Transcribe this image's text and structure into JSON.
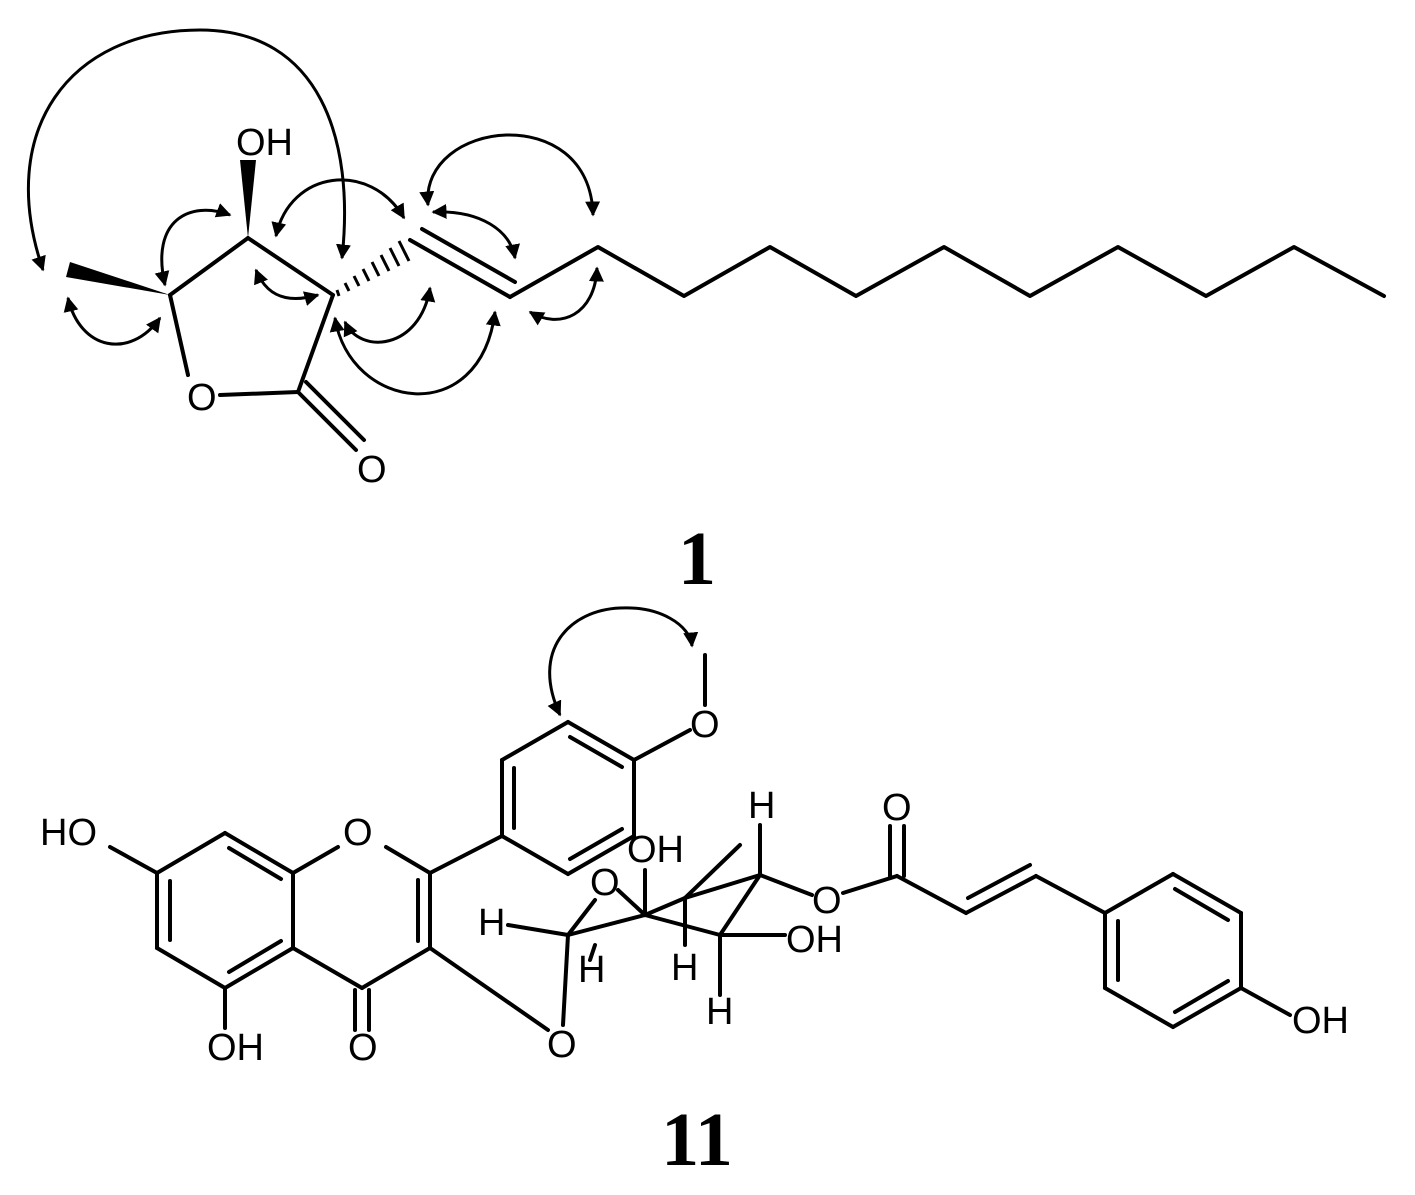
{
  "compound_1": {
    "id": "1",
    "atoms": {
      "oh": "OH",
      "ring_o": "O",
      "carbonyl_o": "O"
    }
  },
  "compound_11": {
    "id": "11",
    "atoms": {
      "oh_7": "HO",
      "oh_5": "OH",
      "ring_o": "O",
      "carbonyl_o": "O",
      "methoxy_o": "O",
      "sugar_ring_o": "O",
      "glyco_o": "O",
      "oh_sugar_top": "OH",
      "oh_sugar_right": "OH",
      "ester_o": "O",
      "ester_carbonyl_o": "O",
      "phenol_oh": "OH",
      "h_top": "H",
      "h_left": "H",
      "h_c1": "H",
      "h_c3": "H",
      "h_c4": "H"
    }
  },
  "colors": {
    "ink": "#000000",
    "background": "#ffffff"
  }
}
